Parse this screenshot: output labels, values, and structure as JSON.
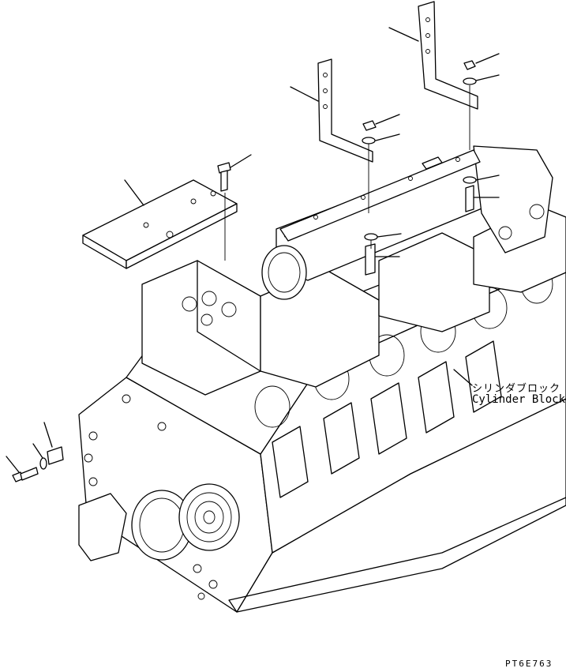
{
  "diagram": {
    "part_name_jp": "シリンダブロック",
    "part_name_en": "Cylinder Block",
    "drawing_code": "PT6E763"
  },
  "colors": {
    "ink": "#000000",
    "paper": "#ffffff"
  }
}
